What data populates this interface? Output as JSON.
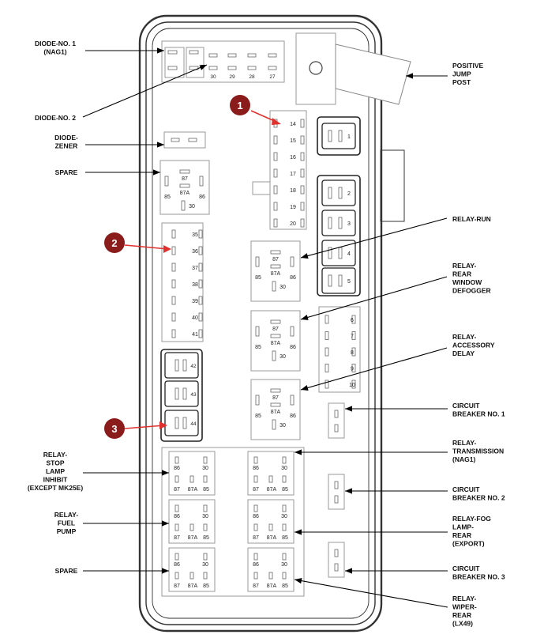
{
  "callouts": {
    "diode_no1": [
      "DIODE-NO. 1",
      "(NAG1)"
    ],
    "diode_no2": [
      "DIODE-NO. 2"
    ],
    "diode_zener": [
      "DIODE-",
      "ZENER"
    ],
    "spare_top": [
      "SPARE"
    ],
    "positive_jump_post": [
      "POSITIVE",
      "JUMP",
      "POST"
    ],
    "relay_run": [
      "RELAY-RUN"
    ],
    "relay_rear_window_defogger": [
      "RELAY-",
      "REAR",
      "WINDOW",
      "DEFOGGER"
    ],
    "relay_accessory_delay": [
      "RELAY-",
      "ACCESSORY",
      "DELAY"
    ],
    "circuit_breaker_1": [
      "CIRCUIT",
      "BREAKER NO. 1"
    ],
    "relay_transmission": [
      "RELAY-",
      "TRANSMISSION",
      "(NAG1)"
    ],
    "relay_stop_lamp": [
      "RELAY-",
      "STOP",
      "LAMP",
      "INHIBIT",
      "(EXCEPT MK25E)"
    ],
    "circuit_breaker_2": [
      "CIRCUIT",
      "BREAKER NO. 2"
    ],
    "relay_fuel_pump": [
      "RELAY-",
      "FUEL",
      "PUMP"
    ],
    "relay_fog_lamp": [
      "RELAY-FOG",
      "LAMP-",
      "REAR",
      "(EXPORT)"
    ],
    "spare_bottom": [
      "SPARE"
    ],
    "circuit_breaker_3": [
      "CIRCUIT",
      "BREAKER NO. 3"
    ],
    "relay_wiper_rear": [
      "RELAY-",
      "WIPER-",
      "REAR",
      "(LX49)"
    ]
  },
  "markers": [
    "1",
    "2",
    "3"
  ],
  "top_fuses": [
    "30",
    "29",
    "28",
    "27"
  ],
  "fuse_column_14_20": [
    "14",
    "15",
    "16",
    "17",
    "18",
    "19",
    "20"
  ],
  "fuse_column_35_41": [
    "35",
    "36",
    "37",
    "38",
    "39",
    "40",
    "41"
  ],
  "fuse_column_6_10": [
    "6",
    "7",
    "8",
    "9",
    "10"
  ],
  "cartridge_fuses_right": [
    "1",
    "2",
    "3",
    "4",
    "5"
  ],
  "cartridge_fuses_left": [
    "42",
    "43",
    "44"
  ],
  "relay_pins_iso": [
    "87",
    "87A",
    "85",
    "86",
    "30"
  ],
  "relay_pins_mini": [
    "86",
    "30",
    "87",
    "87A",
    "85"
  ]
}
